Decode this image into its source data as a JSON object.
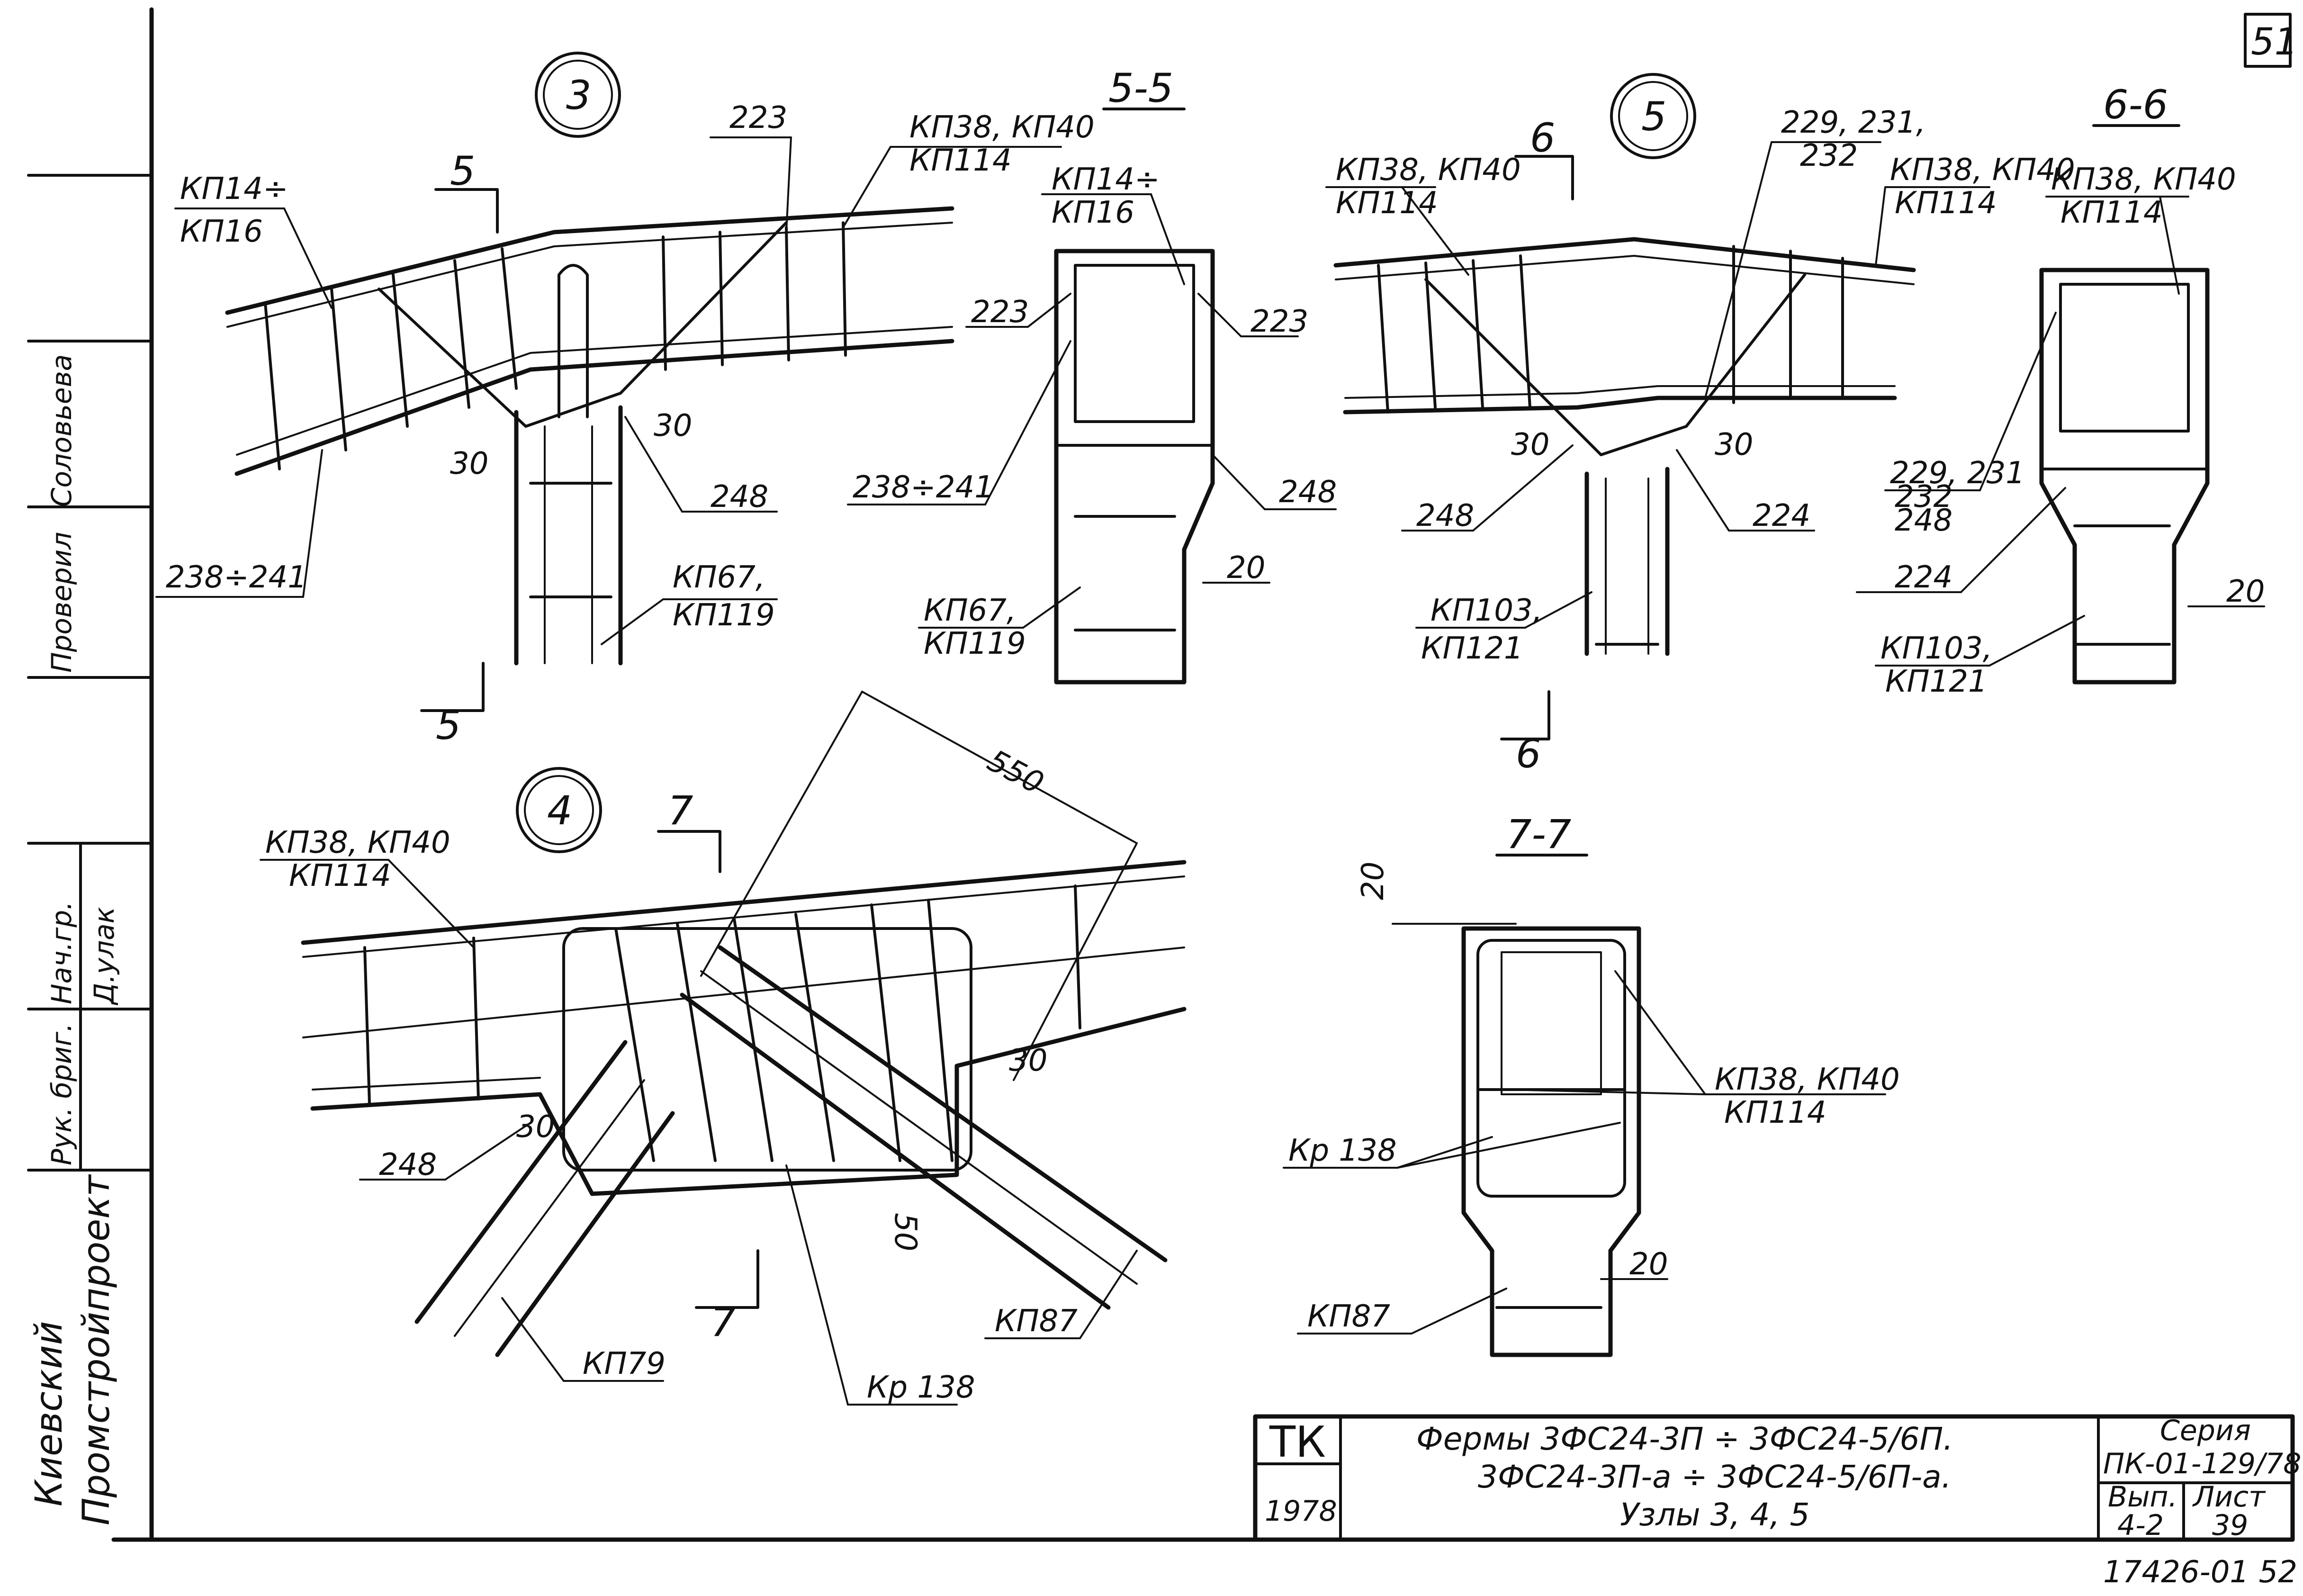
{
  "sheet_number": "51",
  "bottom_number": "17426-01 52",
  "stamp": {
    "organization_line1": "Киевский",
    "organization_line2": "Промстройпроект",
    "roles": [
      "Рук. бриг.",
      "Нач.гр.",
      "Проверил"
    ],
    "names": [
      "Д.улак",
      "Соловьева"
    ]
  },
  "nodes": {
    "node3": {
      "number": "3",
      "labels": [
        "КП14÷",
        "КП16",
        "223",
        "КП38, КП40",
        "КП114",
        "248",
        "238÷241",
        "КП67,",
        "КП119"
      ],
      "angles": [
        "30",
        "30"
      ],
      "cut": "5"
    },
    "node4": {
      "number": "4",
      "labels": [
        "КП38, КП40",
        "КП114",
        "248",
        "30",
        "30",
        "КП79",
        "Кр 138",
        "КП87",
        "550",
        "50"
      ],
      "cut": "7"
    },
    "node5": {
      "number": "5",
      "labels": [
        "КП38, КП40",
        "КП114",
        "229, 231,",
        "232",
        "248",
        "224",
        "КП103,",
        "КП121"
      ],
      "angles": [
        "30",
        "30"
      ],
      "cut": "6"
    }
  },
  "sections": {
    "s55": {
      "title": "5-5",
      "labels": [
        "КП14÷",
        "КП16",
        "223",
        "223",
        "238÷241",
        "248",
        "КП67,",
        "КП119",
        "20"
      ]
    },
    "s66": {
      "title": "6-6",
      "labels": [
        "КП38, КП40",
        "КП114",
        "КП38, КП40",
        "КП114",
        "229, 231",
        "232",
        "248",
        "224",
        "КП103,",
        "КП121",
        "20"
      ]
    },
    "s77": {
      "title": "7-7",
      "labels": [
        "20",
        "КП38, КП40",
        "КП114",
        "Кр 138",
        "КП87",
        "20"
      ]
    }
  },
  "title_block": {
    "tk": "ТК",
    "year": "1978",
    "title_line1": "Фермы 3ФС24-3П ÷ 3ФС24-5/6П.",
    "title_line2": "3ФС24-3П-а ÷ 3ФС24-5/6П-а.",
    "title_line3": "Узлы 3, 4, 5",
    "series_label": "Серия",
    "series_value": "ПК-01-129/78",
    "issue_label": "Вып.",
    "issue_value": "4-2",
    "sheet_label": "Лист",
    "sheet_value": "39"
  }
}
